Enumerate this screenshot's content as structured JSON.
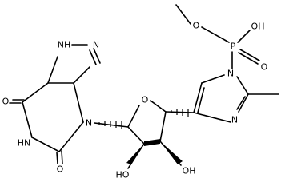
{
  "colors": {
    "bond": "#000000",
    "label": "#000000",
    "background": "#ffffff"
  },
  "atom_labels": {
    "NH_imidazole": "NH",
    "N_imidazole": "N",
    "O_c6": "O",
    "HN": "HN",
    "N3": "N",
    "O_c2": "O",
    "O_ring": "O",
    "HO_2prime": "HO",
    "OH_3prime": "OH",
    "N_im_top": "N",
    "N_im_bottom": "N",
    "P": "P",
    "O_methoxy": "O",
    "OH_phos": "OH",
    "O_phosphoryl": "O"
  }
}
